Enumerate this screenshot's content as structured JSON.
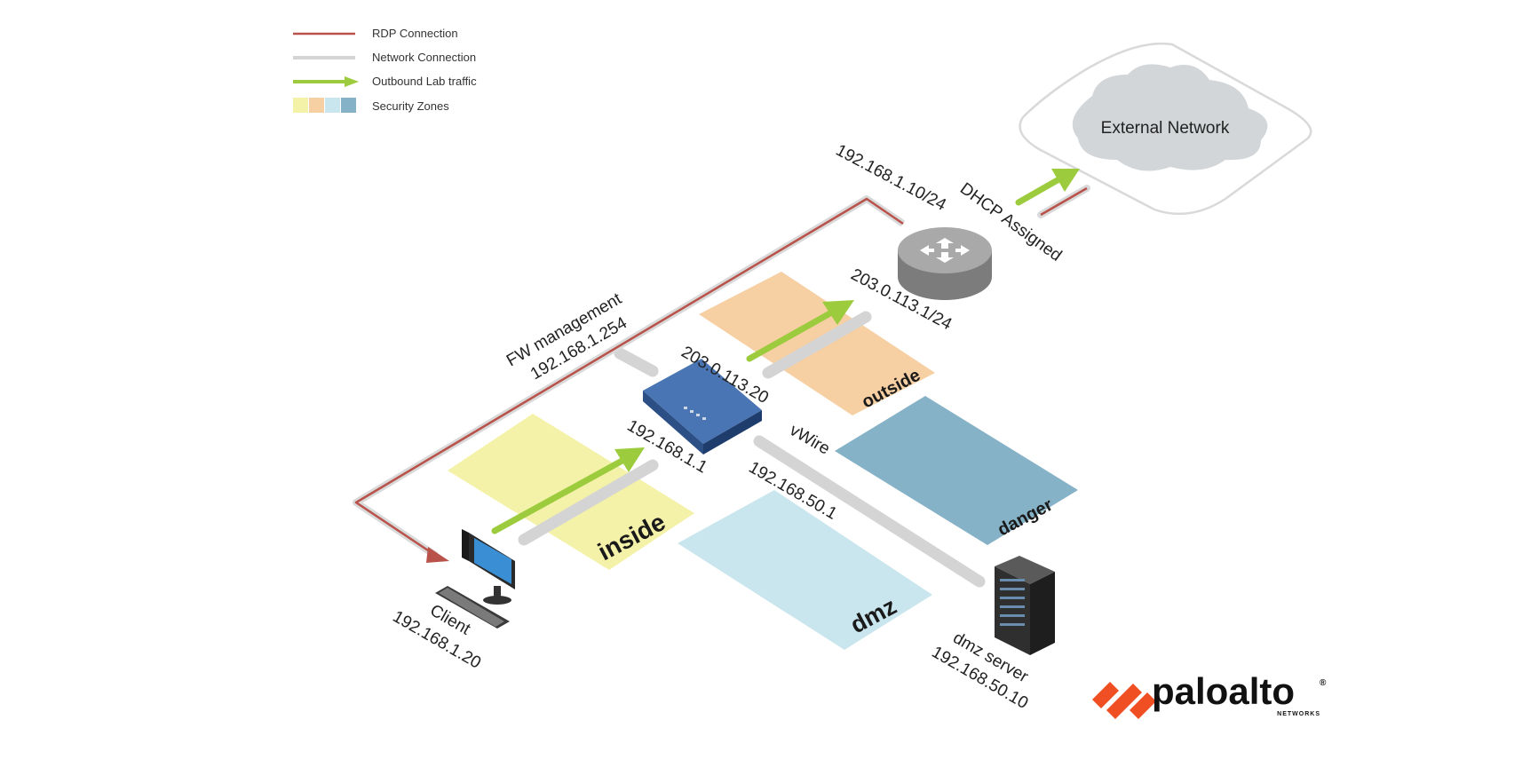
{
  "legend": {
    "rdp": "RDP Connection",
    "network": "Network Connection",
    "outbound": "Outbound Lab traffic",
    "zones": "Security Zones"
  },
  "colors": {
    "rdp": "#b8524a",
    "network": "#d4d4d4",
    "outbound": "#9ccc3d",
    "zone_inside": "#f4f1a8",
    "zone_outside": "#f6cfa3",
    "zone_dmz": "#c9e6ee",
    "zone_danger": "#86b2c7",
    "paloalto_orange": "#f04e23"
  },
  "cloud": {
    "label": "External Network"
  },
  "labels": {
    "router_mgmt": "192.168.1.10/24",
    "dhcp": "DHCP Assigned",
    "router_outside": "203.0.113.1/24",
    "fw_mgmt_title": "FW management",
    "fw_mgmt_ip": "192.168.1.254",
    "fw_outside": "203.0.113.20",
    "fw_inside": "192.168.1.1",
    "vwire": "vWire",
    "fw_dmz": "192.168.50.1",
    "client_name": "Client",
    "client_ip": "192.168.1.20",
    "dmz_server_name": "dmz server",
    "dmz_server_ip": "192.168.50.10"
  },
  "zones": {
    "inside": "inside",
    "outside": "outside",
    "danger": "danger",
    "dmz": "dmz"
  },
  "logo": {
    "text": "paloalto",
    "sub": "NETWORKS",
    "reg": "®"
  }
}
